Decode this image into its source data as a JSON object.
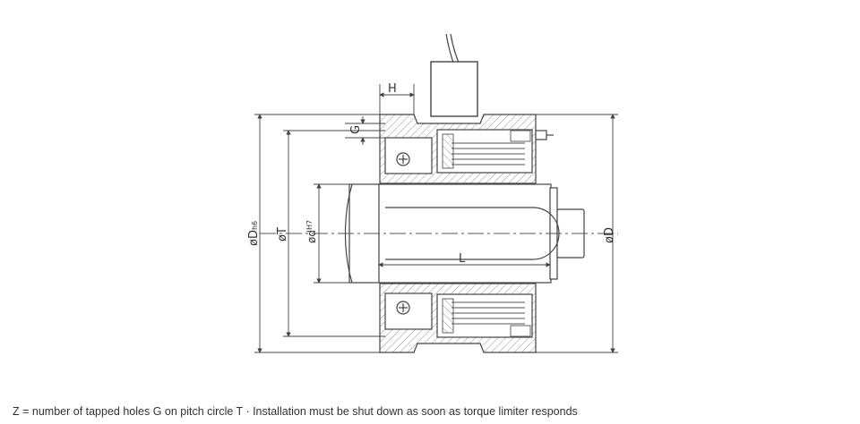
{
  "labels": {
    "H": "H",
    "G": "G",
    "L": "L",
    "dDh6_main": "øD",
    "dDh6_sub": "h6",
    "dT": "øT",
    "dd_main": "ød",
    "dd_sub": "H7",
    "dD": "øD"
  },
  "caption": "Z = number of tapped holes G on pitch circle T · Installation must be shut down as soon as torque limiter responds",
  "colors": {
    "line": "#444444",
    "hatch": "#666666",
    "centerline": "#555555"
  }
}
